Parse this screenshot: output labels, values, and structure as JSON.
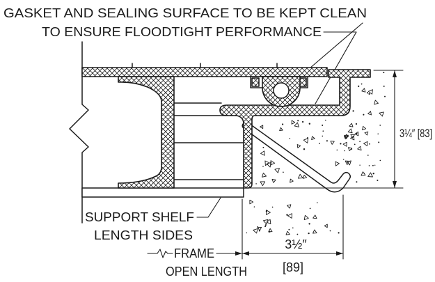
{
  "note": {
    "line1": "GASKET AND SEALING SURFACE TO BE KEPT CLEAN",
    "line2": "TO ENSURE FLOODTIGHT PERFORMANCE"
  },
  "dimensions": {
    "depth_label": "3¼″ [83]",
    "width_inches": "3½″",
    "width_mm": "[89]"
  },
  "labels": {
    "support_shelf_1": "SUPPORT SHELF",
    "support_shelf_2": "LENGTH SIDES",
    "frame_1": "FRAME",
    "frame_2": "OPEN LENGTH"
  },
  "colors": {
    "ink": "#1b1b1b",
    "paper": "#ffffff"
  }
}
